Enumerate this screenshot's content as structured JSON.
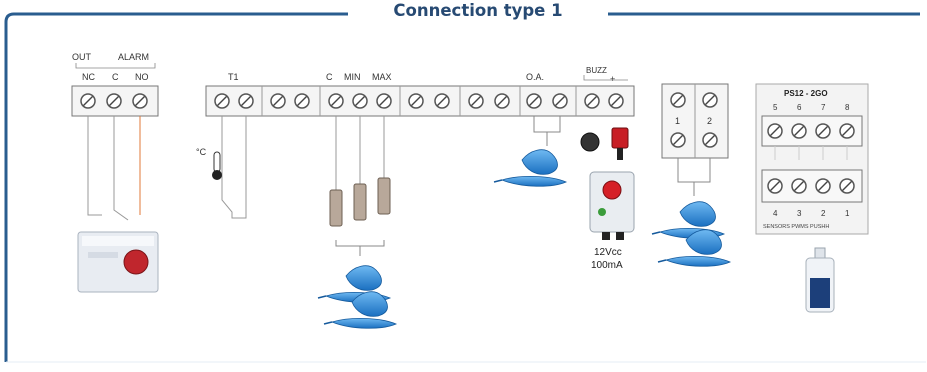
{
  "title": "Connection type 1",
  "relay": {
    "out_label": "OUT",
    "alarm_label": "ALARM",
    "terminals": [
      "NC",
      "C",
      "NO"
    ]
  },
  "main_block": {
    "t1_label": "T1",
    "c_label": "C",
    "min_label": "MIN",
    "max_label": "MAX",
    "oa_label": "O.A.",
    "buzz_label": "BUZZ",
    "buzz_polarity": "+",
    "temp_label": "°C"
  },
  "power": {
    "voltage": "12Vcc",
    "current": "100mA"
  },
  "float_block": {
    "terminals": [
      "1",
      "2"
    ]
  },
  "ps12": {
    "title": "PS12 - 2GO",
    "top_numbers": [
      "5",
      "6",
      "7",
      "8"
    ],
    "bottom_numbers": [
      "4",
      "3",
      "2",
      "1"
    ],
    "footer": "SENSORS PWMS PUSHH"
  },
  "colors": {
    "frame": "#2a5d8f",
    "title": "#274a73",
    "float": "#2f8fe0",
    "terminal_block": "#f5f5f5",
    "wire": "#9a9a9a"
  }
}
